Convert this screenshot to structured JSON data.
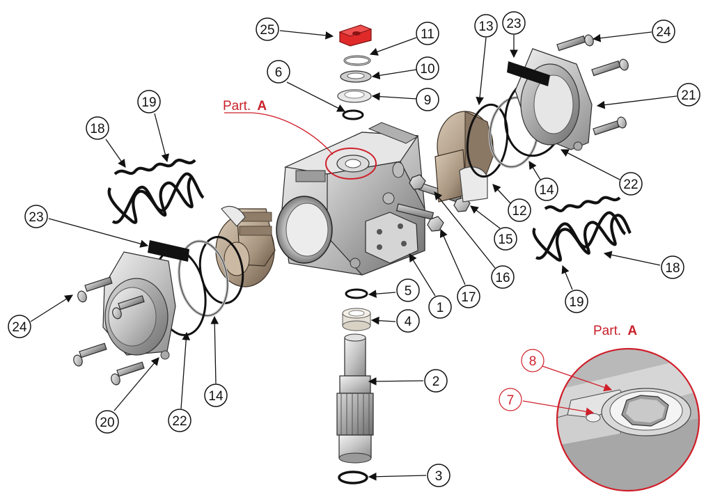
{
  "callouts": [
    {
      "id": "25",
      "label": "25"
    },
    {
      "id": "11",
      "label": "11"
    },
    {
      "id": "10",
      "label": "10"
    },
    {
      "id": "9",
      "label": "9"
    },
    {
      "id": "6",
      "label": "6"
    },
    {
      "id": "13",
      "label": "13"
    },
    {
      "id": "23a",
      "label": "23"
    },
    {
      "id": "24a",
      "label": "24"
    },
    {
      "id": "21",
      "label": "21"
    },
    {
      "id": "22a",
      "label": "22"
    },
    {
      "id": "14a",
      "label": "14"
    },
    {
      "id": "12",
      "label": "12"
    },
    {
      "id": "15",
      "label": "15"
    },
    {
      "id": "16",
      "label": "16"
    },
    {
      "id": "17",
      "label": "17"
    },
    {
      "id": "1",
      "label": "1"
    },
    {
      "id": "18a",
      "label": "18"
    },
    {
      "id": "19a",
      "label": "19"
    },
    {
      "id": "18b",
      "label": "18"
    },
    {
      "id": "19b",
      "label": "19"
    },
    {
      "id": "23b",
      "label": "23"
    },
    {
      "id": "24b",
      "label": "24"
    },
    {
      "id": "20",
      "label": "20"
    },
    {
      "id": "22b",
      "label": "22"
    },
    {
      "id": "14b",
      "label": "14"
    },
    {
      "id": "5",
      "label": "5"
    },
    {
      "id": "4",
      "label": "4"
    },
    {
      "id": "2",
      "label": "2"
    },
    {
      "id": "3",
      "label": "3"
    },
    {
      "id": "8",
      "label": "8"
    },
    {
      "id": "7",
      "label": "7"
    }
  ],
  "detail_labels": [
    {
      "id": "main",
      "prefix": "Part.",
      "letter": "A"
    },
    {
      "id": "inset",
      "prefix": "Part.",
      "letter": "A"
    }
  ],
  "colors": {
    "accent_red": "#d01f2a",
    "callout_ring": "#111111",
    "metal": "#c9c9c9",
    "bronze": "#a89580"
  }
}
